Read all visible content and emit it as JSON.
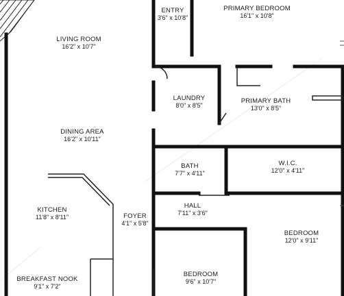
{
  "rooms": [
    {
      "name": "ENTRY",
      "dims": "3'6\" x 10'8\""
    },
    {
      "name": "PRIMARY BEDROOM",
      "dims": "16'1\" x 10'8\""
    },
    {
      "name": "LIVING ROOM",
      "dims": "16'2\" x 10'7\""
    },
    {
      "name": "LAUNDRY",
      "dims": "8'0\" x 8'5\""
    },
    {
      "name": "PRIMARY BATH",
      "dims": "13'0\" x 8'5\""
    },
    {
      "name": "DINING AREA",
      "dims": "16'2\" x 10'11\""
    },
    {
      "name": "BATH",
      "dims": "7'7\" x 4'11\""
    },
    {
      "name": "W.I.C.",
      "dims": "12'0\" x 4'11\""
    },
    {
      "name": "KITCHEN",
      "dims": "11'8\" x 8'11\""
    },
    {
      "name": "HALL",
      "dims": "7'11\" x 3'6\""
    },
    {
      "name": "FOYER",
      "dims": "4'1\" x 5'8\""
    },
    {
      "name": "BEDROOM",
      "dims": "12'0\" x 9'11\""
    },
    {
      "name": "BREAKFAST NOOK",
      "dims": "9'1\" x 7'2\""
    },
    {
      "name": "BEDROOM",
      "dims": "9'6\" x 10'7\""
    }
  ],
  "colors": {
    "wall": "#111111",
    "background": "#ffffff",
    "watermark": "#9aa3ad"
  }
}
